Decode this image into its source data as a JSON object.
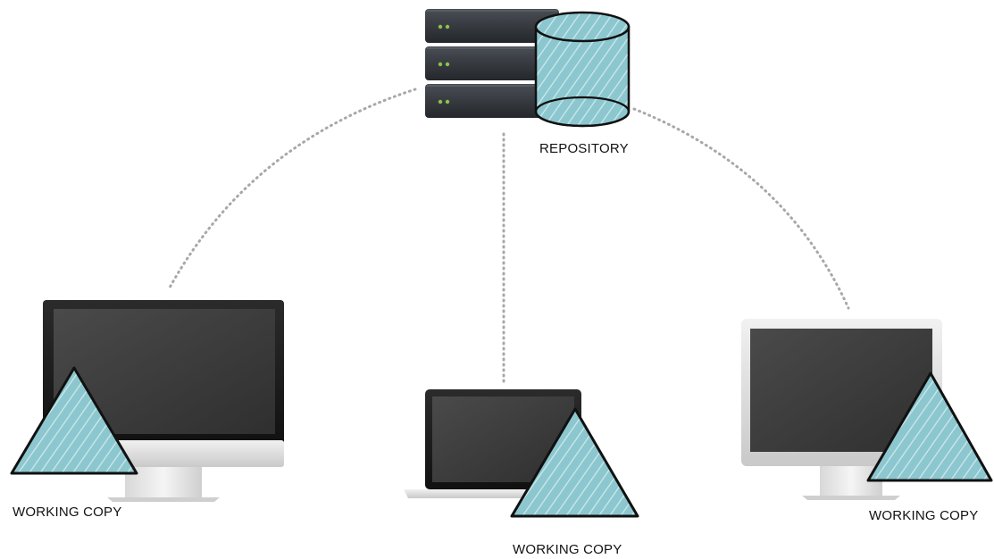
{
  "repository": {
    "label": "REPOSITORY",
    "icon": "server-database-icon"
  },
  "clients": [
    {
      "device": "desktop-imac",
      "label": "WORKING COPY",
      "icon": "working-copy-triangle-icon"
    },
    {
      "device": "laptop",
      "label": "WORKING COPY",
      "icon": "working-copy-triangle-icon"
    },
    {
      "device": "desktop-monitor",
      "label": "WORKING COPY",
      "icon": "working-copy-triangle-icon"
    }
  ],
  "colors": {
    "teal": "#8cc7cf",
    "outline": "#111111",
    "dotted_line": "#a8a8a8",
    "screen": "#3a3a3a",
    "server": "#2f3237",
    "server_led": "#8bc34a"
  }
}
